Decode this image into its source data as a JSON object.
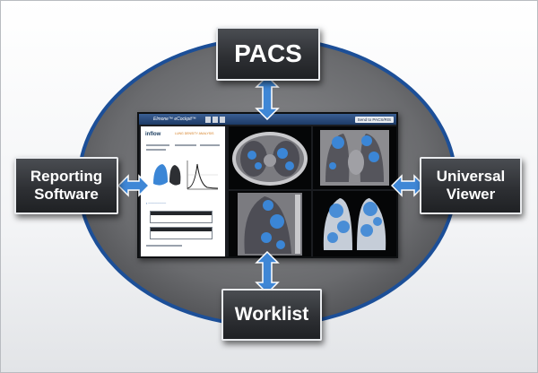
{
  "diagram": {
    "nodes": {
      "top": {
        "label": "PACS"
      },
      "left": {
        "lines": [
          "Reporting",
          "Software"
        ]
      },
      "right": {
        "lines": [
          "Universal",
          "Viewer"
        ]
      },
      "bottom": {
        "label": "Worklist"
      }
    },
    "connections": [
      {
        "from": "left",
        "to": "center",
        "style": "double-arrow"
      },
      {
        "from": "right",
        "to": "center",
        "style": "double-arrow"
      },
      {
        "from": "top",
        "to": "center",
        "style": "double-arrow"
      },
      {
        "from": "bottom",
        "to": "center",
        "style": "double-arrow"
      }
    ],
    "colors": {
      "ellipse_fill": "#6a6b6e",
      "ellipse_border": "#1c4f98",
      "arrow_fill": "#3f87d6",
      "box_fill": "#2e3034",
      "box_border": "#e9ebee"
    }
  },
  "center_screenshot": {
    "titlebar": {
      "app_name": "Elmone™ eCockpit™",
      "send_button": "Send to PACS/RIS"
    },
    "report": {
      "logo": "inflow",
      "title": "LUNG DENSITY ANALYSIS"
    }
  }
}
